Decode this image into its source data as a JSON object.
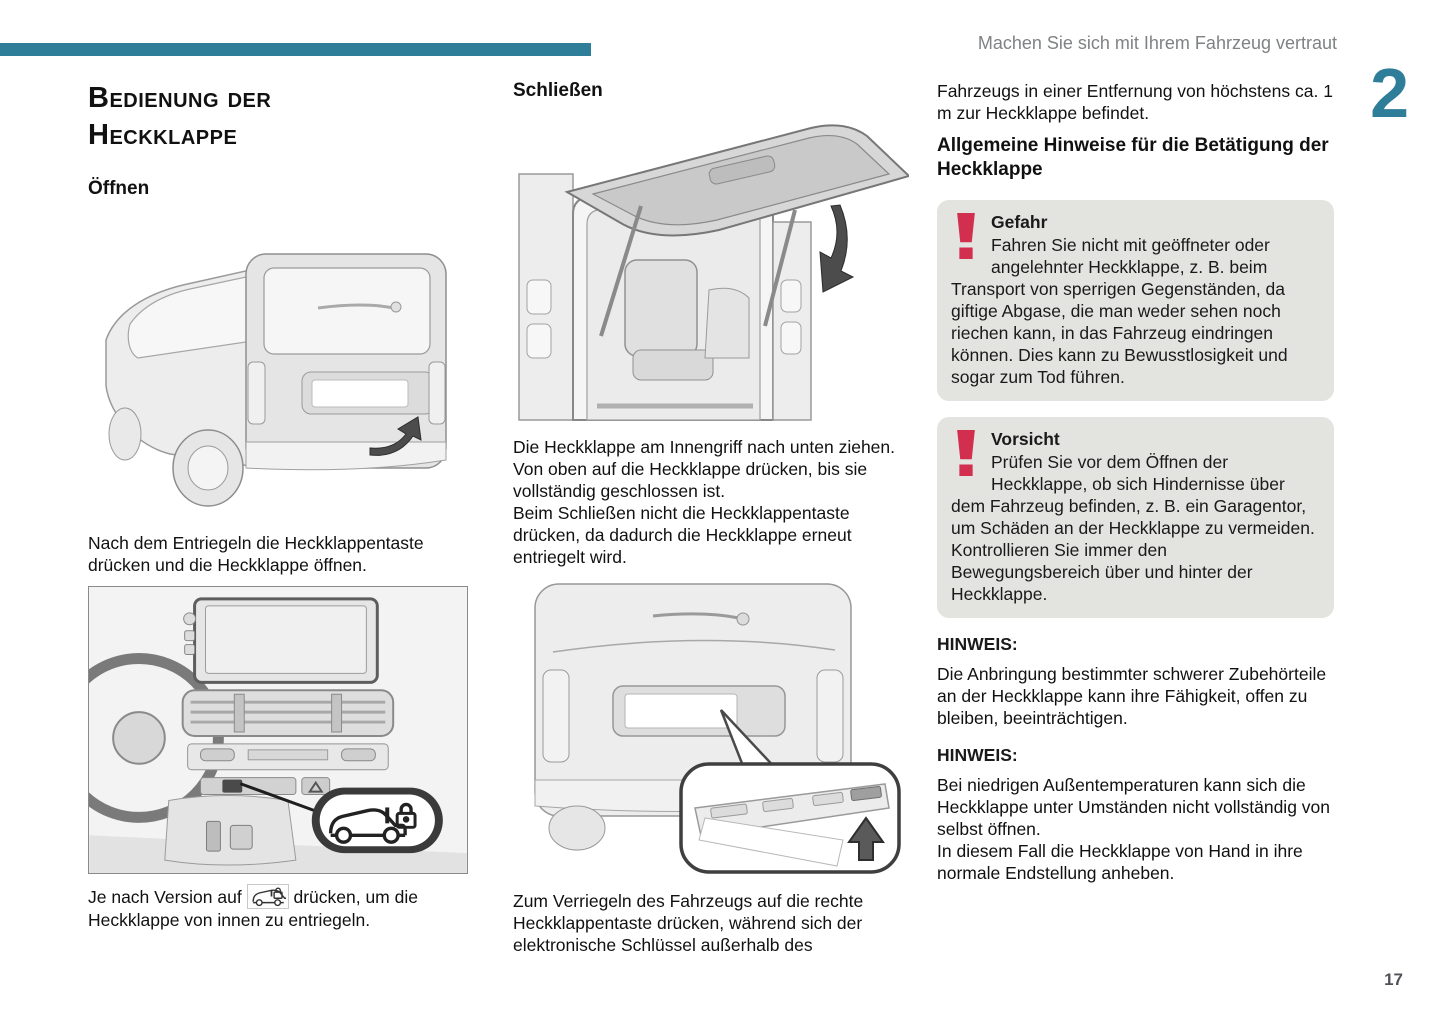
{
  "colors": {
    "accent_teal": "#2e7d99",
    "warning_red": "#d22e4e",
    "box_gray": "#e3e3e0",
    "header_gray": "#7f8284"
  },
  "page": {
    "header_text": "Machen Sie sich mit Ihrem Fahrzeug vertraut",
    "chapter_number": "2",
    "page_number": "17"
  },
  "left": {
    "title_line1": "Bedienung der",
    "title_line2": "Heckklappe",
    "heading_open": "Öffnen",
    "open_instruction": "Nach dem Entriegeln die Heckklappentaste drücken und die Heckklappe öffnen.",
    "version_note_before": "Je nach Version auf",
    "version_note_after": "drücken, um die Heckklappe von innen zu entriegeln.",
    "figures": {
      "van_rear": "van-rear-three-quarter-view-with-open-arrow",
      "dashboard": "dashboard-with-unlock-button-callout"
    }
  },
  "middle": {
    "heading_close": "Schließen",
    "close_instruction_1": "Die Heckklappe am Innengriff nach unten ziehen. Von oben auf die Heckklappe drücken, bis sie vollständig geschlossen ist.",
    "close_instruction_2": "Beim Schließen nicht die Heckklappentaste drücken, da dadurch die Heckklappe erneut entriegelt wird.",
    "lock_instruction": "Zum Verriegeln des Fahrzeugs auf die rechte Heckklappentaste drücken, während sich der elektronische Schlüssel außerhalb des",
    "figures": {
      "tailgate_open": "open-tailgate-inner-grip-arrow",
      "rear_callout": "van-rear-handle-button-callout"
    }
  },
  "right": {
    "lock_instruction_cont": "Fahrzeugs in einer Entfernung von höchstens ca. 1 m zur Heckklappe befindet.",
    "general_heading": "Allgemeine Hinweise für die Betätigung der Heckklappe",
    "danger": {
      "title": "Gefahr",
      "text": "Fahren Sie nicht mit geöffneter oder angelehnter Heckklappe, z. B. beim Transport von sperrigen Gegenständen, da giftige Abgase, die man weder sehen noch riechen kann, in das Fahrzeug eindringen können. Dies kann zu Bewusstlosigkeit und sogar zum Tod führen."
    },
    "caution": {
      "title": "Vorsicht",
      "text": "Prüfen Sie vor dem Öffnen der Heckklappe, ob sich Hindernisse über dem Fahrzeug befinden, z. B. ein Garagentor, um Schäden an der Heckklappe zu vermeiden. Kontrollieren Sie immer den Bewegungsbereich über und hinter der Heckklappe."
    },
    "note1_label": "HINWEIS:",
    "note1_text": "Die Anbringung bestimmter schwerer Zubehörteile an der Heckklappe kann ihre Fähigkeit, offen zu bleiben, beeinträchtigen.",
    "note2_label": "HINWEIS:",
    "note2_text_a": "Bei niedrigen Außentemperaturen kann sich die Heckklappe unter Umständen nicht vollständig von selbst öffnen.",
    "note2_text_b": "In diesem Fall die Heckklappe von Hand in ihre normale Endstellung anheben."
  },
  "icons": {
    "van_lock": "van-with-lock-icon",
    "exclamation": "exclamation-warning-icon"
  }
}
